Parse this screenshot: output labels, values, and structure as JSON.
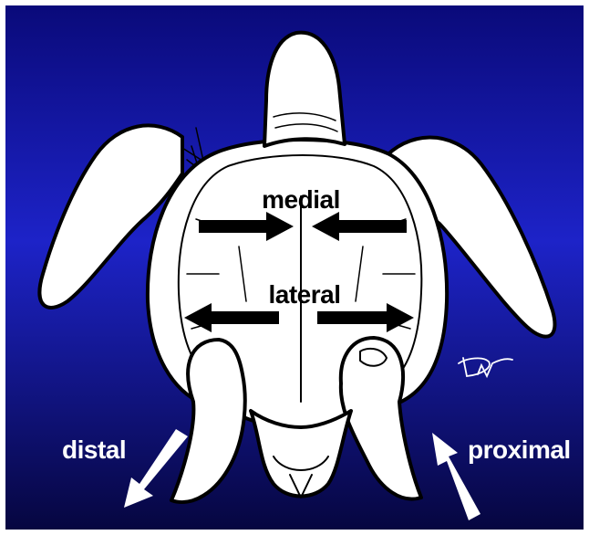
{
  "labels": {
    "medial": "medial",
    "lateral": "lateral",
    "distal": "distal",
    "proximal": "proximal"
  },
  "signature": "DW",
  "colors": {
    "background_top": "#0a0a7a",
    "background_mid": "#1d23c8",
    "background_bottom": "#060640",
    "drawing_fill": "#ffffff",
    "drawing_ink": "#000000",
    "label_dark": "#000000",
    "label_light": "#ffffff",
    "arrow_dark": "#000000",
    "arrow_light": "#ffffff"
  },
  "icons": {
    "arrows": [
      "arrow-right-icon",
      "arrow-left-icon",
      "arrow-down-left-icon",
      "arrow-up-left-icon"
    ]
  }
}
